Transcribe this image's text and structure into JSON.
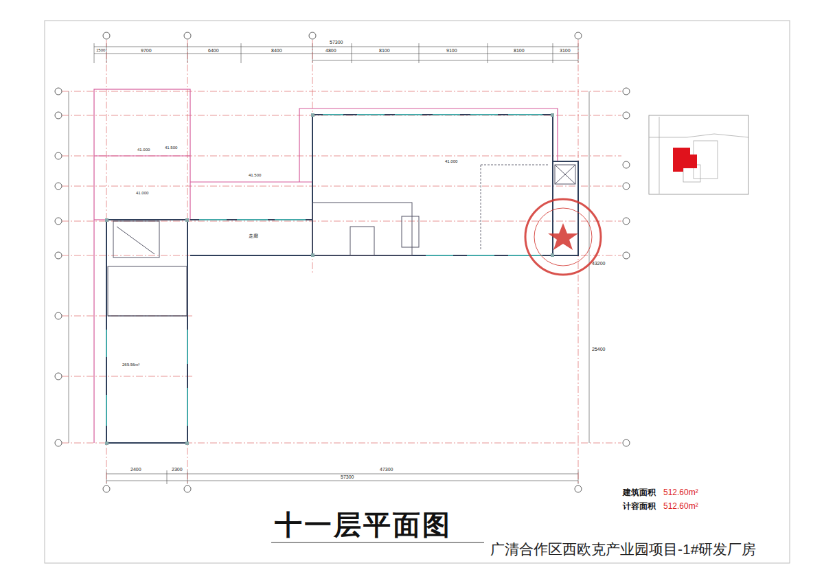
{
  "diagram": {
    "title": "十一层平面图",
    "caption": "广清合作区西欧克产业园项目-1#研发厂房",
    "labels": [
      "建筑面积",
      "512.60m²",
      "计容面积",
      "512.60m²",
      "57300",
      "1500",
      "9700",
      "6400",
      "8400",
      "4800",
      "8100",
      "9100",
      "8100",
      "3100",
      "57300",
      "47300",
      "2400",
      "2300",
      "25400",
      "43200",
      "41.000",
      "41.500",
      "41.000",
      "41.500",
      "269.56m²",
      "41.000",
      "走廊"
    ]
  }
}
